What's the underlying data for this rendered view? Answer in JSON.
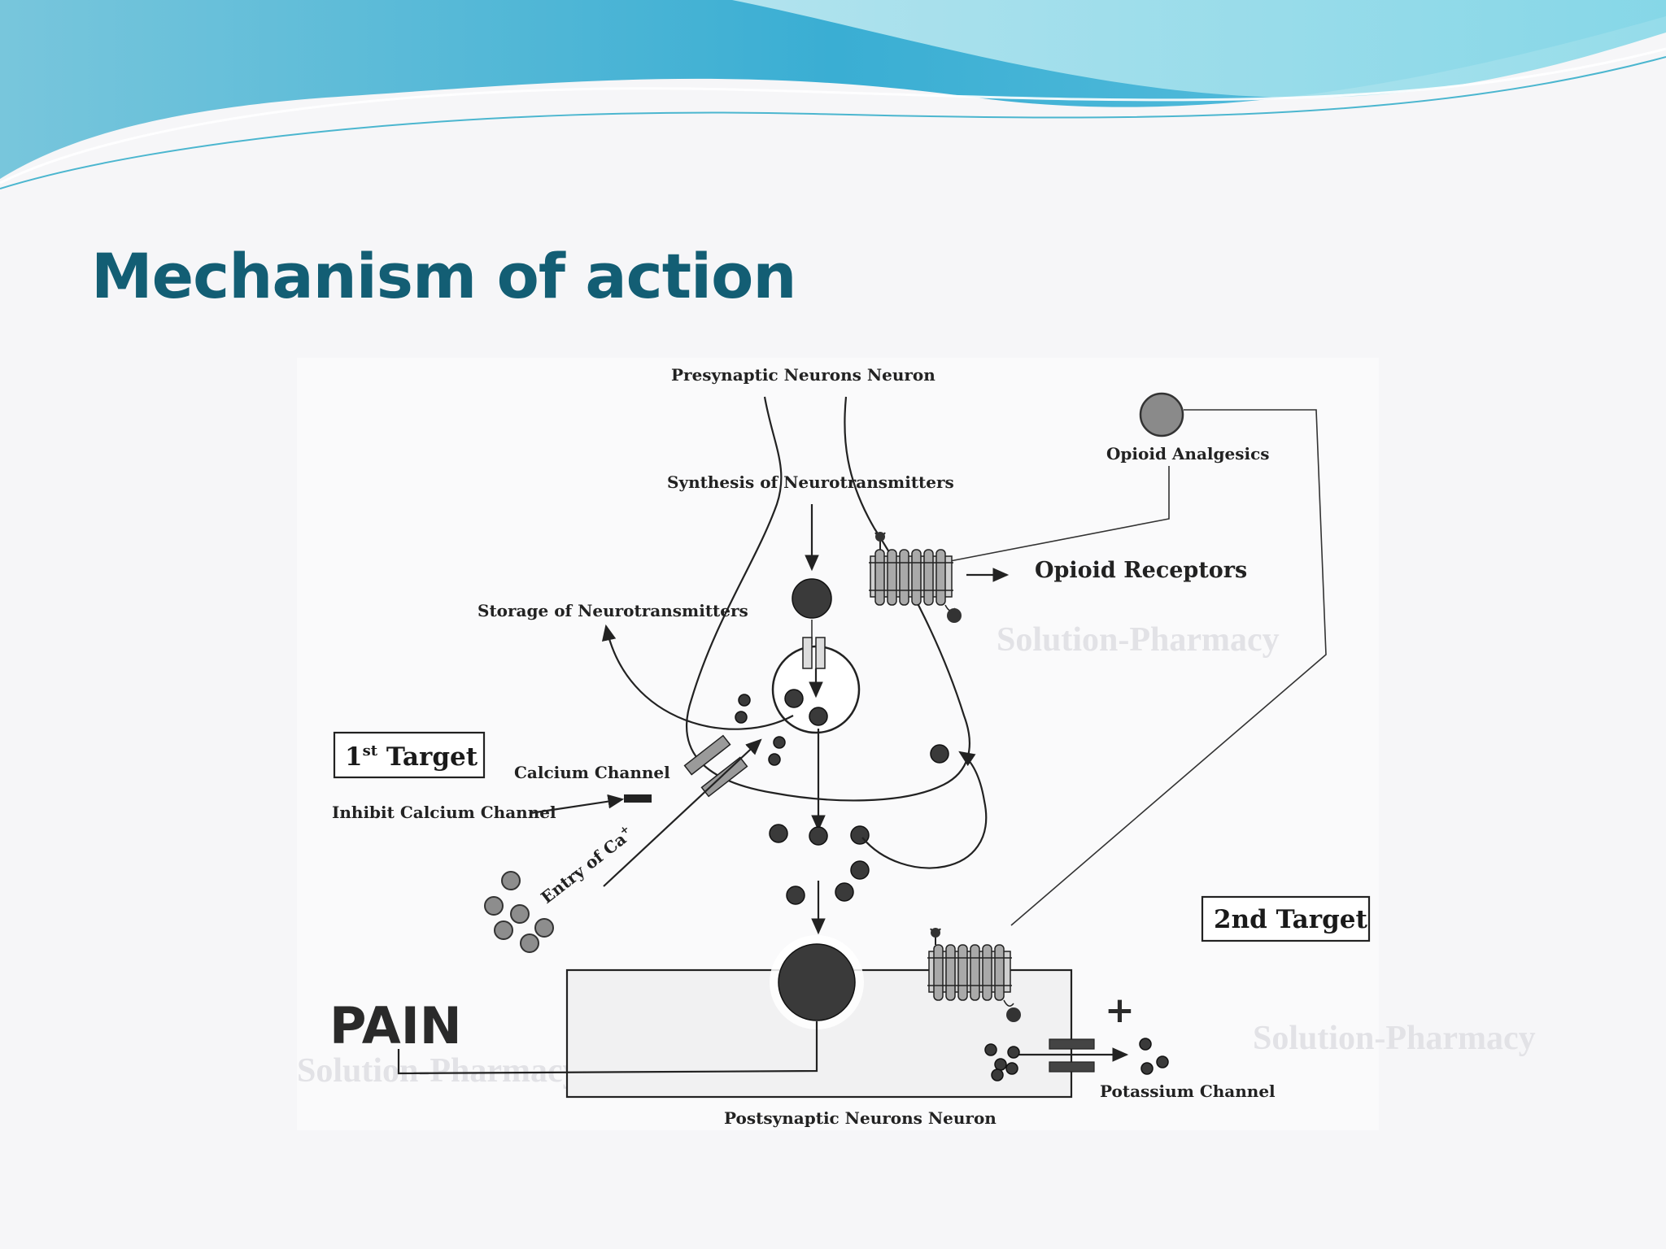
{
  "slide": {
    "title": "Mechanism of action"
  },
  "diagram": {
    "presynaptic_label": "Presynaptic Neurons  Neuron",
    "synthesis_label": "Synthesis of Neurotransmitters",
    "storage_label": "Storage of Neurotransmitters",
    "opioid_analgesics_label": "Opioid Analgesics",
    "opioid_receptors_label": "Opioid Receptors",
    "first_target": {
      "main": "1",
      "sup": "st",
      "rest": " Target"
    },
    "calcium_channel_label": "Calcium Channel",
    "inhibit_calcium_label": "Inhibit Calcium Channel",
    "entry_ca_label": {
      "main": "Entry of Ca",
      "sup": "+"
    },
    "second_target_label": "2nd Target",
    "pain_label": "PAIN",
    "potassium_channel_label": "Potassium Channel",
    "postsynaptic_label": "Postsynaptic Neurons  Neuron",
    "plus_symbol": "+",
    "watermark_text": "Solution-Pharmacy"
  },
  "colors": {
    "title": "#135e74",
    "wave_dark": "#3fb4d6",
    "wave_light": "#a9e3ef",
    "ink": "#222222"
  }
}
